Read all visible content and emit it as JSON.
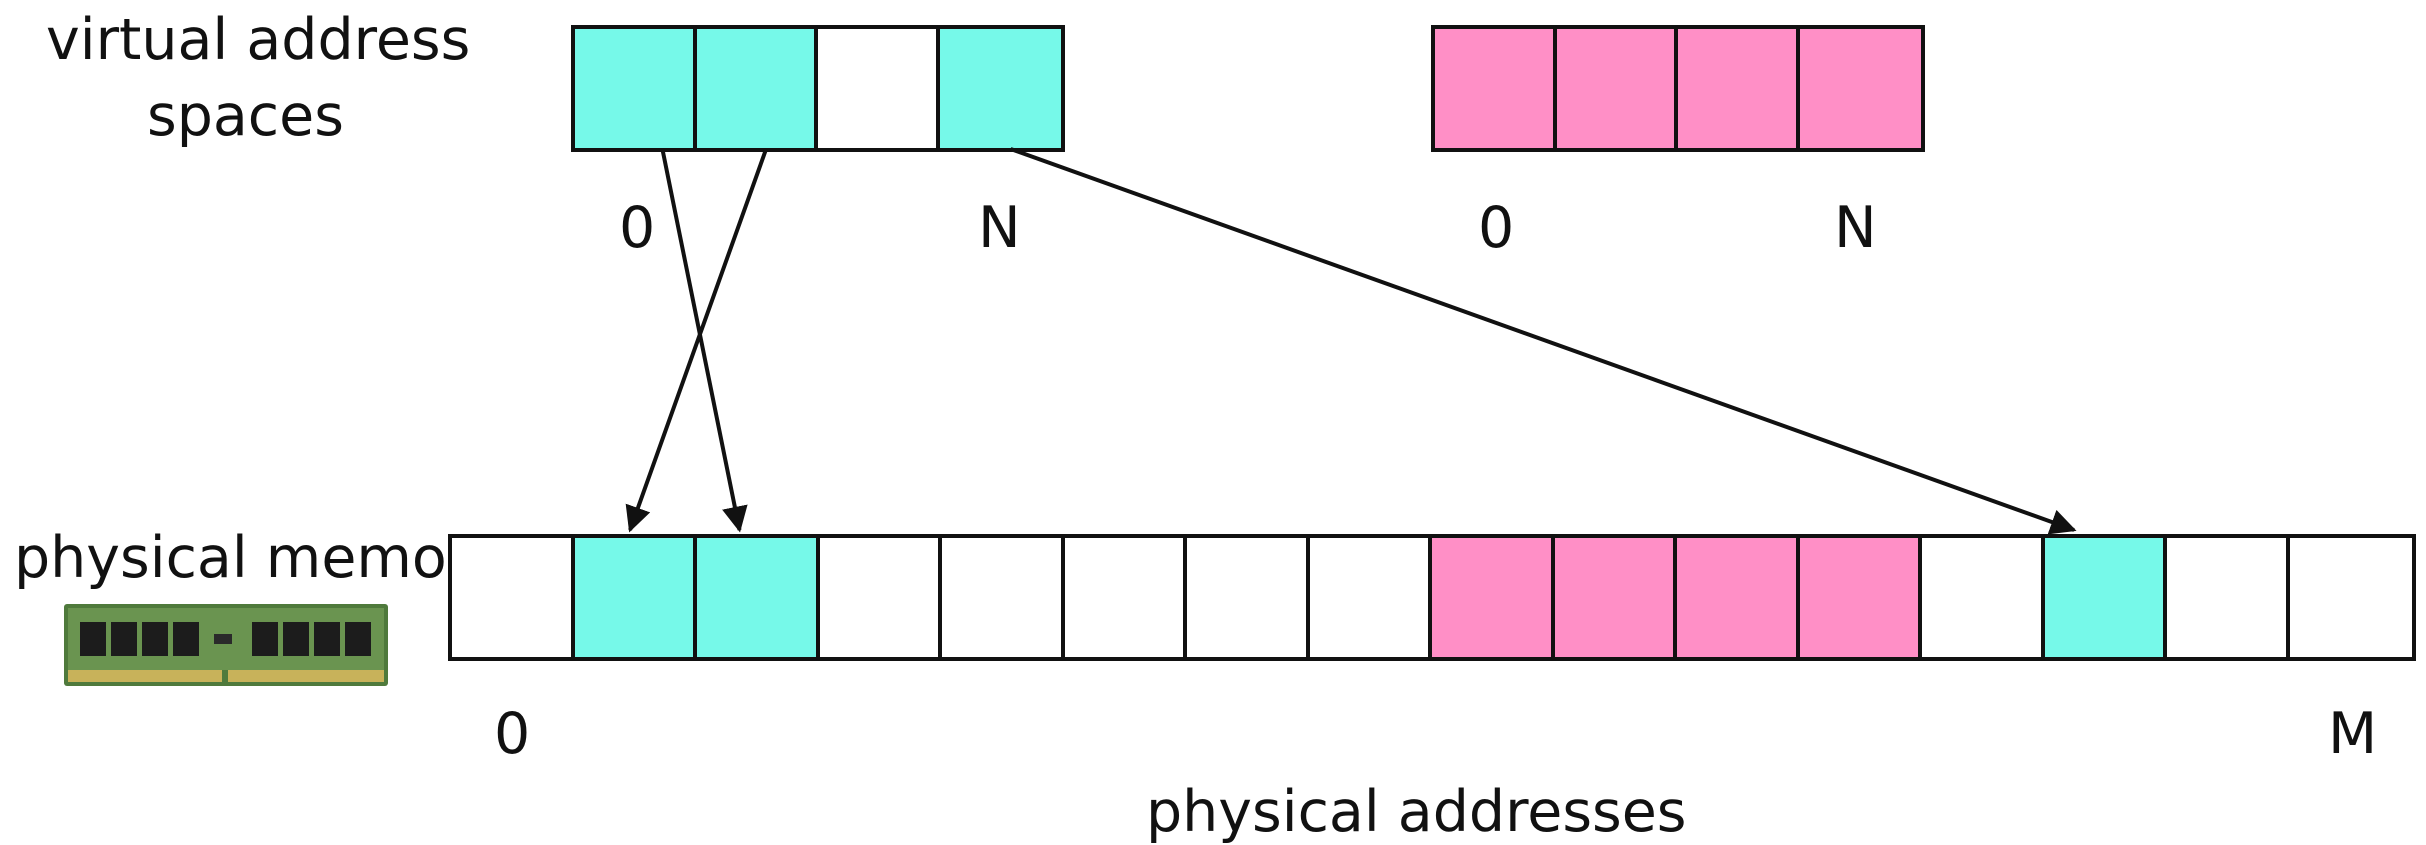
{
  "labels": {
    "virtual_line1": "virtual address",
    "virtual_line2": "spaces",
    "physical_memory": "physical memory",
    "physical_addresses": "physical addresses"
  },
  "virtual_space_a": {
    "start_label": "0",
    "end_label": "N",
    "pages": [
      "cyan",
      "cyan",
      "empty",
      "cyan"
    ]
  },
  "virtual_space_b": {
    "start_label": "0",
    "end_label": "N",
    "pages": [
      "pink",
      "pink",
      "pink",
      "pink"
    ]
  },
  "physical": {
    "start_label": "0",
    "end_label": "M",
    "frames": [
      "empty",
      "cyan",
      "cyan",
      "empty",
      "empty",
      "empty",
      "empty",
      "empty",
      "pink",
      "pink",
      "pink",
      "pink",
      "empty",
      "cyan",
      "empty",
      "empty"
    ]
  },
  "mappings": [
    {
      "from_space": "a",
      "from_page": 0,
      "to_frame": 2
    },
    {
      "from_space": "a",
      "from_page": 1,
      "to_frame": 1
    },
    {
      "from_space": "a",
      "from_page": 3,
      "to_frame": 13
    }
  ],
  "colors": {
    "cyan": "#76F9E9",
    "pink": "#FF8FC6",
    "empty": "#FFFFFF",
    "border": "#111111"
  },
  "icons": {
    "memory_module": "ram-stick-icon"
  }
}
